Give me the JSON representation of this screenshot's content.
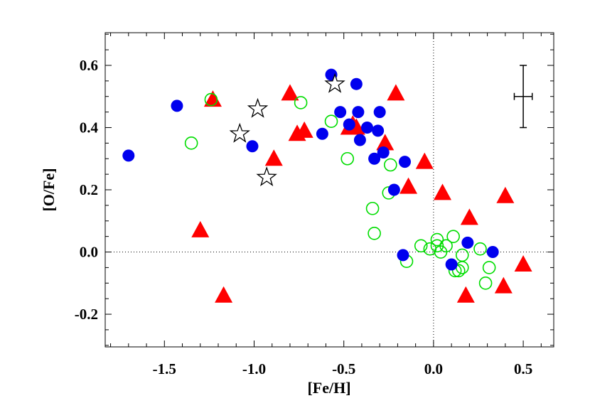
{
  "chart_data": {
    "type": "scatter",
    "title": "",
    "xlabel": "[Fe/H]",
    "ylabel": "[O/Fe]",
    "xlim": [
      -1.83,
      0.67
    ],
    "ylim": [
      -0.305,
      0.705
    ],
    "x_ticks": [
      -1.5,
      -1.0,
      -0.5,
      0.0,
      0.5
    ],
    "x_tick_labels": [
      "-1.5",
      "-1.0",
      "-0.5",
      "0.0",
      "0.5"
    ],
    "y_ticks": [
      -0.2,
      0.0,
      0.2,
      0.4,
      0.6
    ],
    "y_tick_labels": [
      "-0.2",
      "0.0",
      "0.2",
      "0.4",
      "0.6"
    ],
    "grid": false,
    "legend": "none",
    "reference_lines": [
      {
        "orientation": "vertical",
        "value": 0.0,
        "style": "dotted"
      },
      {
        "orientation": "horizontal",
        "value": 0.0,
        "style": "dotted"
      }
    ],
    "error_bar": {
      "x": 0.5,
      "y": 0.5,
      "xerr": 0.05,
      "yerr": 0.1
    },
    "series": [
      {
        "marker": "filled-circle",
        "color": "#0000ee",
        "points": [
          [
            -1.7,
            0.31
          ],
          [
            -1.43,
            0.47
          ],
          [
            -1.01,
            0.34
          ],
          [
            -0.62,
            0.38
          ],
          [
            -0.57,
            0.57
          ],
          [
            -0.52,
            0.45
          ],
          [
            -0.47,
            0.41
          ],
          [
            -0.43,
            0.54
          ],
          [
            -0.42,
            0.45
          ],
          [
            -0.41,
            0.36
          ],
          [
            -0.37,
            0.4
          ],
          [
            -0.33,
            0.3
          ],
          [
            -0.31,
            0.39
          ],
          [
            -0.3,
            0.45
          ],
          [
            -0.28,
            0.32
          ],
          [
            -0.22,
            0.2
          ],
          [
            -0.17,
            -0.01
          ],
          [
            -0.16,
            0.29
          ],
          [
            0.1,
            -0.04
          ],
          [
            0.19,
            0.03
          ],
          [
            0.33,
            0.0
          ]
        ]
      },
      {
        "marker": "open-circle",
        "color": "#00dd00",
        "points": [
          [
            -1.35,
            0.35
          ],
          [
            -1.24,
            0.49
          ],
          [
            -0.74,
            0.48
          ],
          [
            -0.57,
            0.42
          ],
          [
            -0.48,
            0.3
          ],
          [
            -0.34,
            0.14
          ],
          [
            -0.33,
            0.06
          ],
          [
            -0.25,
            0.19
          ],
          [
            -0.24,
            0.28
          ],
          [
            -0.15,
            -0.03
          ],
          [
            -0.07,
            0.02
          ],
          [
            -0.02,
            0.01
          ],
          [
            0.02,
            0.04
          ],
          [
            0.02,
            0.02
          ],
          [
            0.04,
            0.0
          ],
          [
            0.07,
            0.02
          ],
          [
            0.11,
            0.05
          ],
          [
            0.12,
            -0.06
          ],
          [
            0.14,
            -0.06
          ],
          [
            0.16,
            -0.05
          ],
          [
            0.16,
            -0.01
          ],
          [
            0.26,
            0.01
          ],
          [
            0.29,
            -0.1
          ],
          [
            0.31,
            -0.05
          ]
        ]
      },
      {
        "marker": "filled-triangle",
        "color": "#ff0000",
        "points": [
          [
            -1.23,
            0.49
          ],
          [
            -1.3,
            0.07
          ],
          [
            -1.17,
            -0.14
          ],
          [
            -0.89,
            0.3
          ],
          [
            -0.8,
            0.51
          ],
          [
            -0.76,
            0.38
          ],
          [
            -0.72,
            0.39
          ],
          [
            -0.47,
            0.4
          ],
          [
            -0.45,
            0.41
          ],
          [
            -0.43,
            0.4
          ],
          [
            -0.27,
            0.35
          ],
          [
            -0.21,
            0.51
          ],
          [
            -0.14,
            0.21
          ],
          [
            -0.05,
            0.29
          ],
          [
            0.05,
            0.19
          ],
          [
            0.18,
            -0.14
          ],
          [
            0.2,
            0.11
          ],
          [
            0.39,
            -0.11
          ],
          [
            0.4,
            0.18
          ],
          [
            0.5,
            -0.04
          ]
        ]
      },
      {
        "marker": "open-star",
        "color": "#000000",
        "points": [
          [
            -1.08,
            0.38
          ],
          [
            -0.98,
            0.46
          ],
          [
            -0.93,
            0.24
          ],
          [
            -0.55,
            0.54
          ]
        ]
      }
    ]
  }
}
